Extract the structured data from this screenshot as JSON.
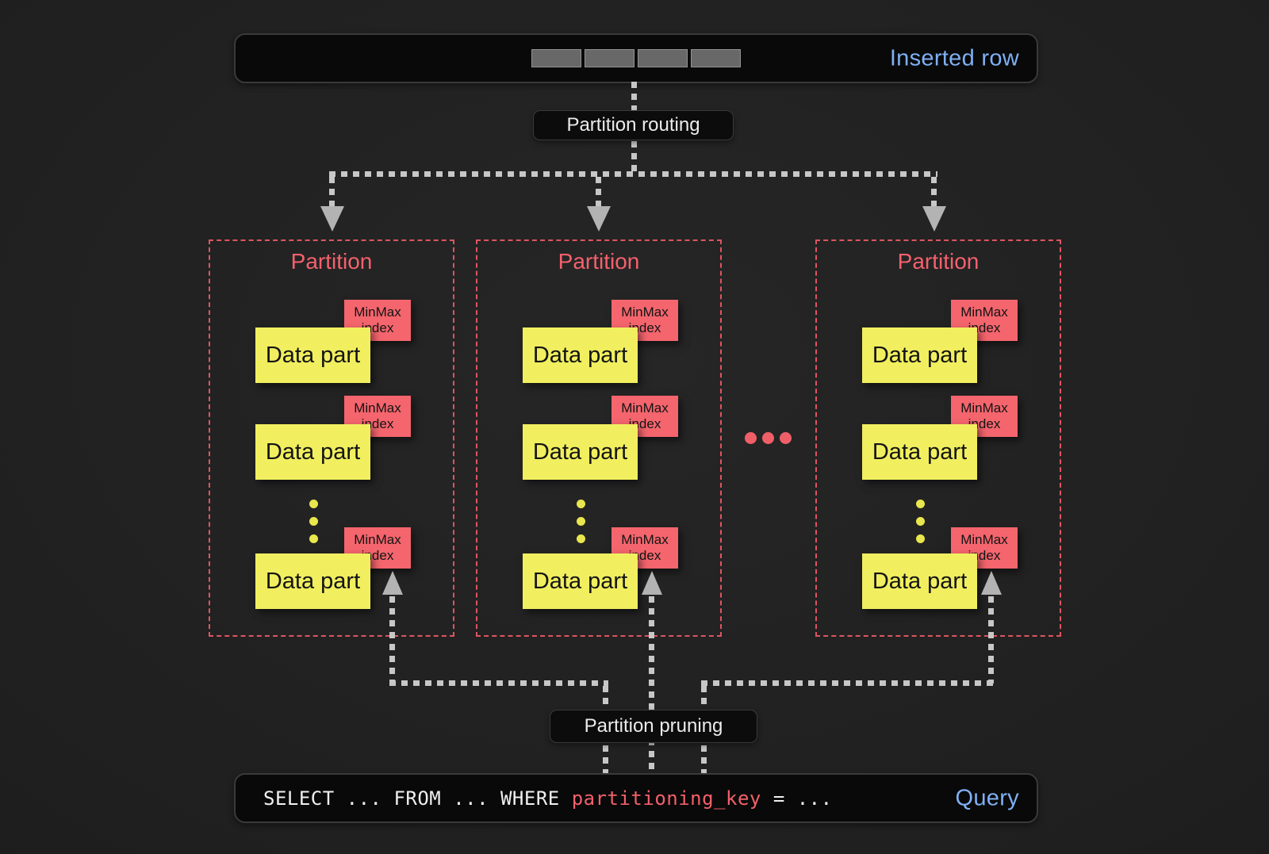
{
  "inserted_row_bar": {
    "label": "Inserted row",
    "cell_count": 4
  },
  "routing_label": "Partition routing",
  "pruning_label": "Partition pruning",
  "more_partitions_ellipsis": "...",
  "partitions": [
    {
      "title": "Partition",
      "data_parts": [
        {
          "label": "Data part",
          "index_line1": "MinMax",
          "index_line2": "index"
        },
        {
          "label": "Data part",
          "index_line1": "MinMax",
          "index_line2": "index"
        },
        {
          "label": "Data part",
          "index_line1": "MinMax",
          "index_line2": "index"
        }
      ]
    },
    {
      "title": "Partition",
      "data_parts": [
        {
          "label": "Data part",
          "index_line1": "MinMax",
          "index_line2": "index"
        },
        {
          "label": "Data part",
          "index_line1": "MinMax",
          "index_line2": "index"
        },
        {
          "label": "Data part",
          "index_line1": "MinMax",
          "index_line2": "index"
        }
      ]
    },
    {
      "title": "Partition",
      "data_parts": [
        {
          "label": "Data part",
          "index_line1": "MinMax",
          "index_line2": "index"
        },
        {
          "label": "Data part",
          "index_line1": "MinMax",
          "index_line2": "index"
        },
        {
          "label": "Data part",
          "index_line1": "MinMax",
          "index_line2": "index"
        }
      ]
    }
  ],
  "query_bar": {
    "sql_prefix": "SELECT ... FROM ... WHERE ",
    "sql_key": "partitioning_key",
    "sql_suffix": " = ...",
    "label": "Query"
  },
  "colors": {
    "background": "#1f1f1f",
    "bar_background": "#090909",
    "bar_border": "#3a3a3a",
    "accent_blue": "#7fb0f4",
    "sql_key_red": "#f2606a",
    "partition_border_red": "#dd5560",
    "partition_title_red": "#f4616d",
    "data_part_yellow": "#f1ef5f",
    "minmax_red": "#f4656d",
    "connector_gray": "#c7c7c7",
    "arrowhead_gray": "#b3b3b3",
    "row_cell_gray": "#686868"
  }
}
